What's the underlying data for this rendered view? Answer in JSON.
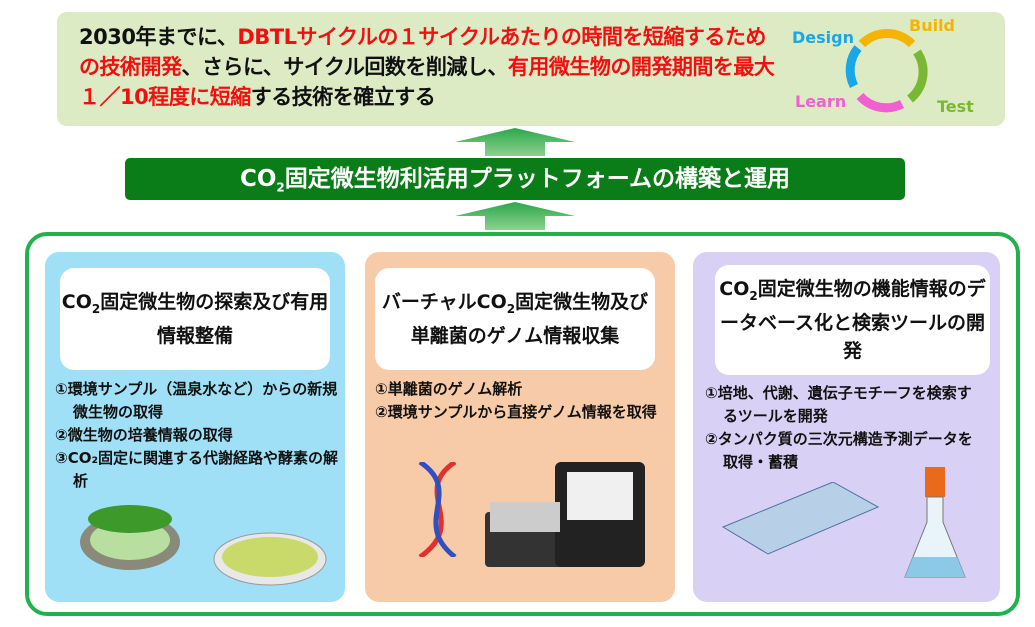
{
  "goal": {
    "p1": "2030年までに、",
    "p2": "DBTLサイクルの１サイクルあたりの時間を短縮するための技術開発",
    "p3": "、さらに、サイクル回数を削減し、",
    "p4": "有用微生物の開発期間を最大１／10程度に短縮",
    "p5": "する技術を確立する"
  },
  "cycle": {
    "design": "Design",
    "build": "Build",
    "test": "Test",
    "learn": "Learn",
    "colors": {
      "design": "#1aa7e8",
      "build": "#f5b400",
      "test": "#7ab833",
      "learn": "#f060d0"
    }
  },
  "platform": {
    "pre": "CO",
    "sub": "2",
    "post": "固定微生物利活用プラットフォームの構築と運用"
  },
  "panels": [
    {
      "title_pre": "CO",
      "title_sub": "2",
      "title_post": "固定微生物の探索及び有用情報整備",
      "items": [
        "①環境サンプル（温泉水など）からの新規微生物の取得",
        "②微生物の培養情報の取得",
        "③CO₂固定に関連する代謝経路や酵素の解析"
      ]
    },
    {
      "title_pre": "バーチャルCO",
      "title_sub": "2",
      "title_post": "固定微生物及び単離菌のゲノム情報収集",
      "items": [
        "①単離菌のゲノム解析",
        "②環境サンプルから直接ゲノム情報を取得"
      ]
    },
    {
      "title_pre": "CO",
      "title_sub": "2",
      "title_post": "固定微生物の機能情報のデータベース化と検索ツールの開発",
      "items": [
        "①培地、代謝、遺伝子モチーフを検索するツールを開発",
        "②タンパク質の三次元構造予測データを取得・蓄積"
      ]
    }
  ]
}
